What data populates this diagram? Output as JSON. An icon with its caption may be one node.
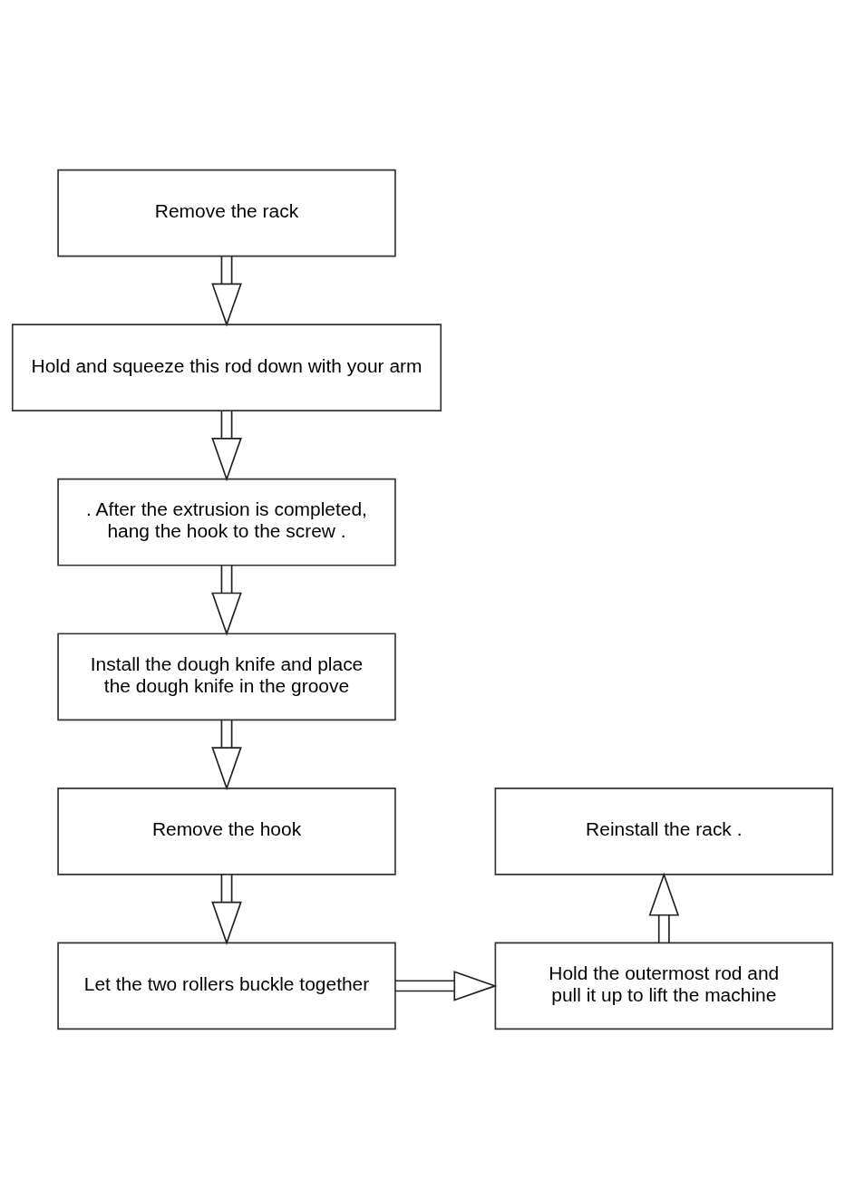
{
  "diagram": {
    "nodes": [
      {
        "text": [
          "Remove the rack"
        ]
      },
      {
        "text": [
          "Hold and squeeze this rod down with your arm"
        ]
      },
      {
        "text": [
          ". After the extrusion is completed, hang the hook to the screw ."
        ]
      },
      {
        "text": [
          "Install the dough knife and place the dough knife in the groove"
        ]
      },
      {
        "text": [
          "Remove the hook"
        ]
      },
      {
        "text": [
          "Reinstall the rack ."
        ]
      },
      {
        "text": [
          "Let the two rollers buckle together"
        ]
      },
      {
        "text": [
          "Hold the outermost rod and pull it up to lift the machine"
        ]
      }
    ],
    "edges": [
      {
        "from": 0,
        "to": 1,
        "arrow": "to"
      },
      {
        "from": 1,
        "to": 2,
        "arrow": "to"
      },
      {
        "from": 2,
        "to": 3,
        "arrow": "to"
      },
      {
        "from": 3,
        "to": 4,
        "arrow": "to"
      },
      {
        "from": 4,
        "to": 6,
        "arrow": "to"
      },
      {
        "from": 6,
        "to": 7,
        "arrow": "to"
      },
      {
        "from": 7,
        "to": 5,
        "arrow": "to"
      }
    ]
  }
}
